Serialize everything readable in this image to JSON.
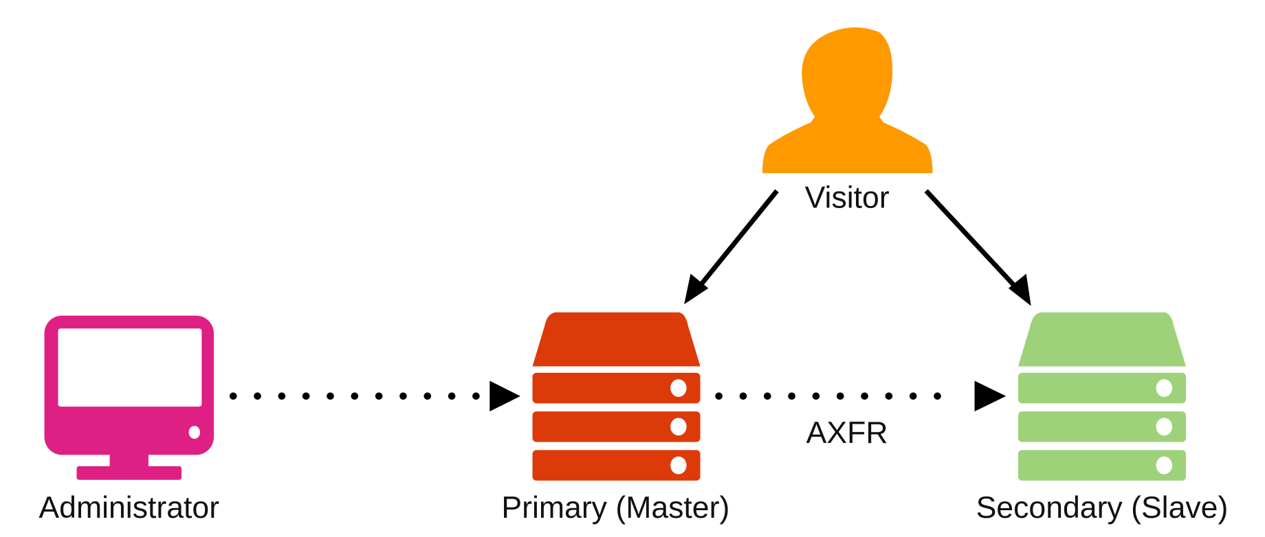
{
  "nodes": {
    "visitor": {
      "label": "Visitor",
      "color": "#FF9900",
      "icon": "person-icon"
    },
    "administrator": {
      "label": "Administrator",
      "color": "#DE2085",
      "icon": "monitor-icon"
    },
    "primary": {
      "label": "Primary (Master)",
      "color": "#DD3A0A",
      "icon": "server-icon"
    },
    "secondary": {
      "label": "Secondary (Slave)",
      "color": "#9ED27A",
      "icon": "server-icon"
    }
  },
  "edges": {
    "admin_to_primary": {
      "style": "dotted"
    },
    "primary_to_secondary": {
      "style": "dotted",
      "label": "AXFR"
    },
    "visitor_to_primary": {
      "style": "solid"
    },
    "visitor_to_secondary": {
      "style": "solid"
    }
  }
}
